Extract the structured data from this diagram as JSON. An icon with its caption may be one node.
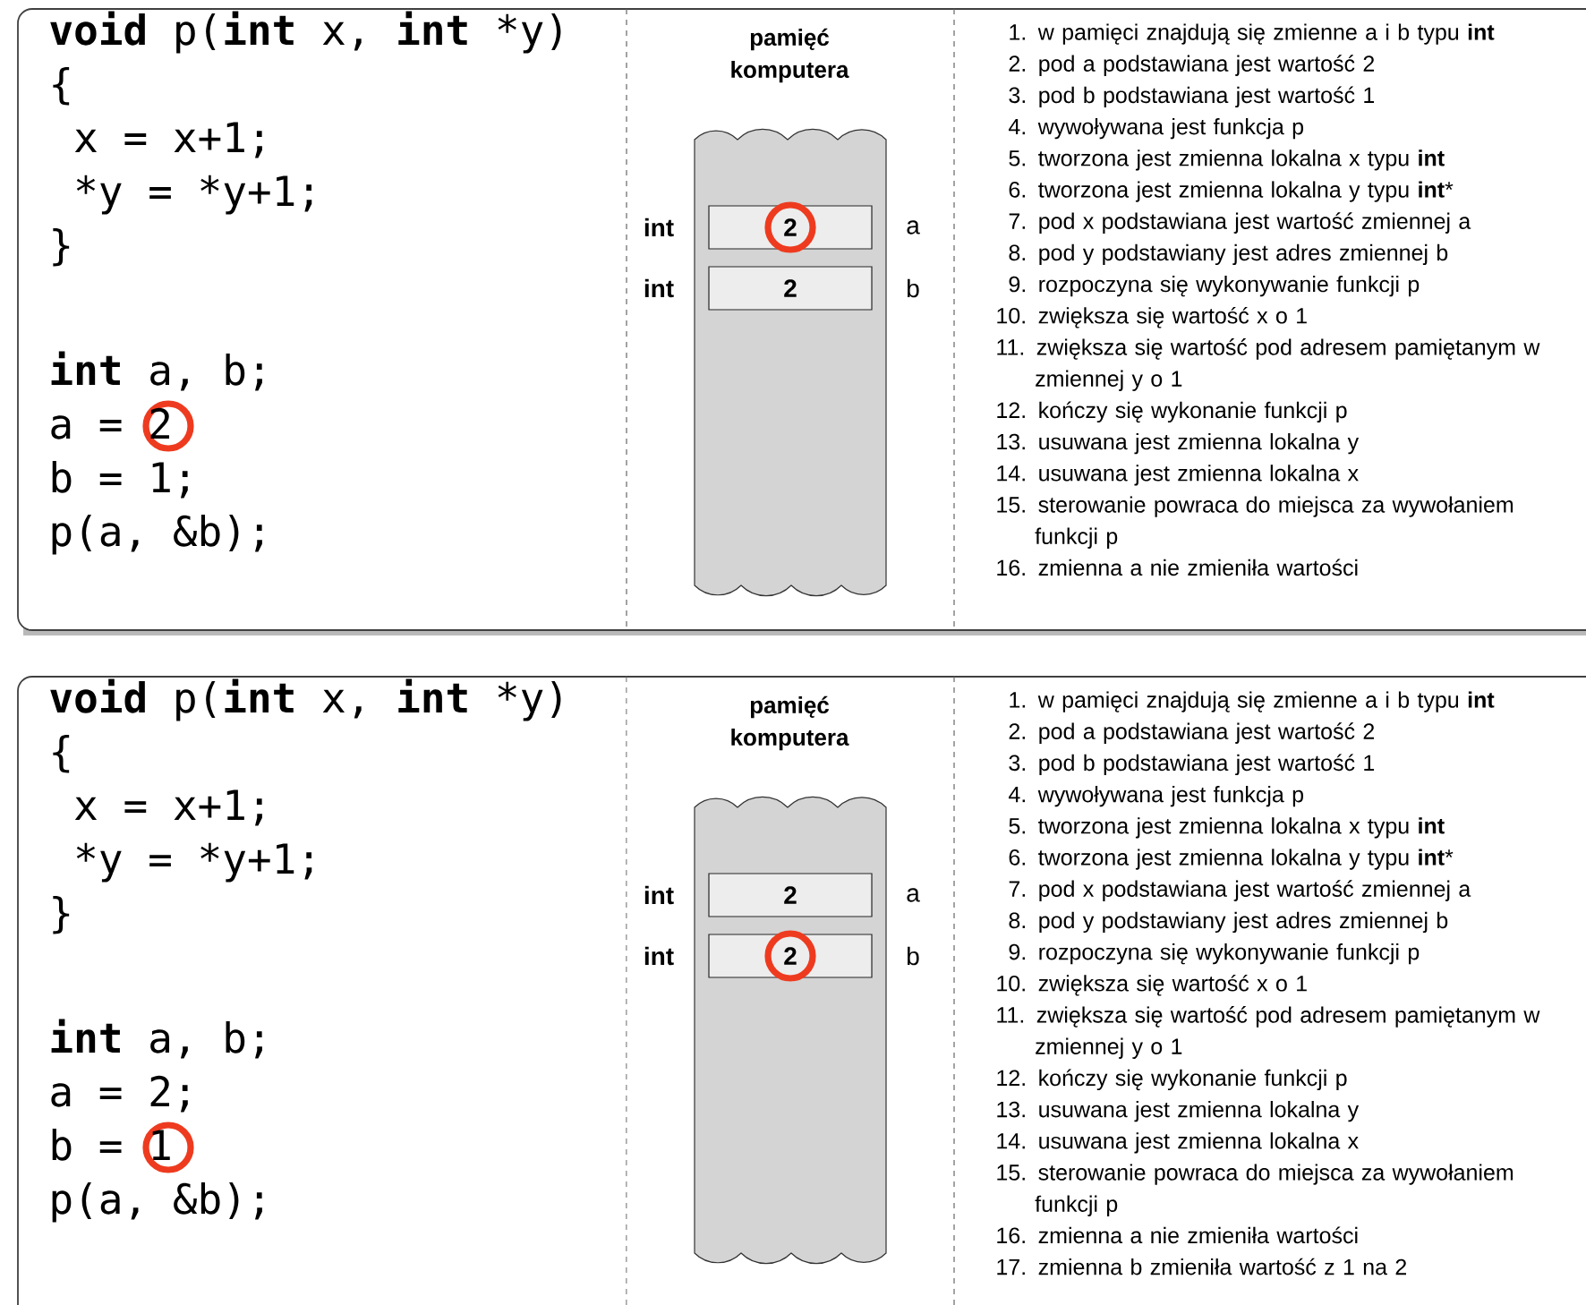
{
  "diagram": {
    "nodes": [
      {
        "text": [
          "pamięć komputera"
        ]
      },
      {
        "text": [
          "2"
        ],
        "in": 0,
        "beside": [
          "int",
          "a"
        ]
      },
      {
        "text": [
          "2"
        ],
        "in": 0,
        "beside": [
          "int",
          "b"
        ]
      },
      {
        "text": [
          "pamięć komputera"
        ]
      },
      {
        "text": [
          "2"
        ],
        "in": 3,
        "beside": [
          "int",
          "a"
        ]
      },
      {
        "text": [
          "2"
        ],
        "in": 3,
        "beside": [
          "int",
          "b"
        ]
      }
    ],
    "labels": [
      "**void** p(**int** x, **int** *y)",
      "{",
      "  x = x+1;",
      "  *y = *y+1;",
      "}",
      "**int** a, b;",
      "a = 2",
      "b = 1;",
      "p(a, &b);",
      "1. w pamięci znajdują się zmienne a i b typu **int**",
      "2. pod a podstawiana jest wartość 2",
      "3. pod b podstawiana jest wartość 1",
      "4. wywoływana jest funkcja p",
      "5. tworzona jest zmienna lokalna x typu **int**",
      "6. tworzona jest zmienna lokalna y typu **int***",
      "7. pod x podstawiana jest wartość zmiennej a",
      "8. pod y podstawiany jest adres zmiennej b",
      "9. rozpoczyna się wykonywanie funkcji p",
      "10. zwiększa się wartość x o 1",
      "11. zwiększa się wartość pod adresem pamiętanym w zmiennej y o 1",
      "12. kończy się wykonanie funkcji p",
      "13. usuwana jest zmienna lokalna y",
      "14. usuwana jest zmienna lokalna x",
      "15. sterowanie powraca do miejsca za wywołaniem funkcji p",
      "16. zmienna a nie zmieniła wartości",
      "**void** p(**int** x, **int** *y)",
      "{",
      "  x = x+1;",
      "  *y = *y+1;",
      "}",
      "**int** a, b;",
      "a = 2;",
      "b = 1",
      "p(a, &b);",
      "1. w pamięci znajdują się zmienne a i b typu **int**",
      "2. pod a podstawiana jest wartość 2",
      "3. pod b podstawiana jest wartość 1",
      "4. wywoływana jest funkcja p",
      "5. tworzona jest zmienna lokalna x typu **int**",
      "6. tworzona jest zmienna lokalna y typu **int***",
      "7. pod x podstawiana jest wartość zmiennej a",
      "8. pod y podstawiany jest adres zmiennej b",
      "9. rozpoczyna się wykonywanie funkcji p",
      "10. zwiększa się wartość x o 1",
      "11. zwiększa się wartość pod adresem pamiętanym w zmiennej y o 1",
      "12. kończy się wykonanie funkcji p",
      "13. usuwana jest zmienna lokalna y",
      "14. usuwana jest zmienna lokalna x",
      "15. sterowanie powraca do miejsca za wywołaniem funkcji p",
      "16. zmienna a nie zmieniła wartości",
      "17. zmienna b zmieniła wartość z 1 na 2"
    ]
  }
}
